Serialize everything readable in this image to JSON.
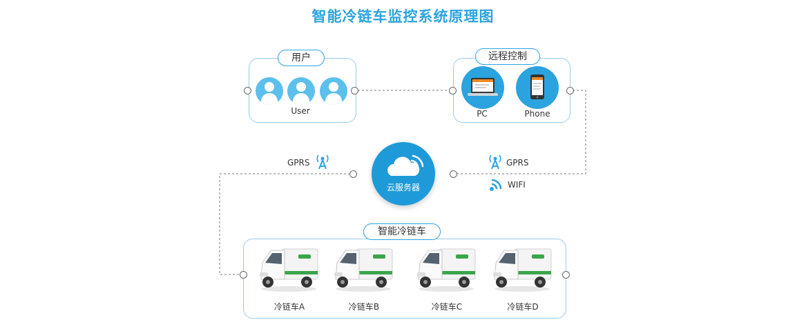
{
  "title": "智能冷链车监控系统原理图",
  "user_group": {
    "label": "用户",
    "caption": "User"
  },
  "remote_group": {
    "label": "远程控制",
    "pc": "PC",
    "phone": "Phone"
  },
  "cloud": {
    "label": "云服务器"
  },
  "left_link": {
    "gprs": "GPRS"
  },
  "right_link": {
    "gprs": "GPRS",
    "wifi": "WIFI"
  },
  "vehicles_group": {
    "label": "智能冷链车",
    "vehicles": [
      "冷链车A",
      "冷链车B",
      "冷链车C",
      "冷链车D"
    ]
  },
  "colors": {
    "accent": "#2ba3df",
    "icon_light": "#5cc0ec",
    "cloud": "#1f9ad9",
    "green": "#3aa54a"
  }
}
